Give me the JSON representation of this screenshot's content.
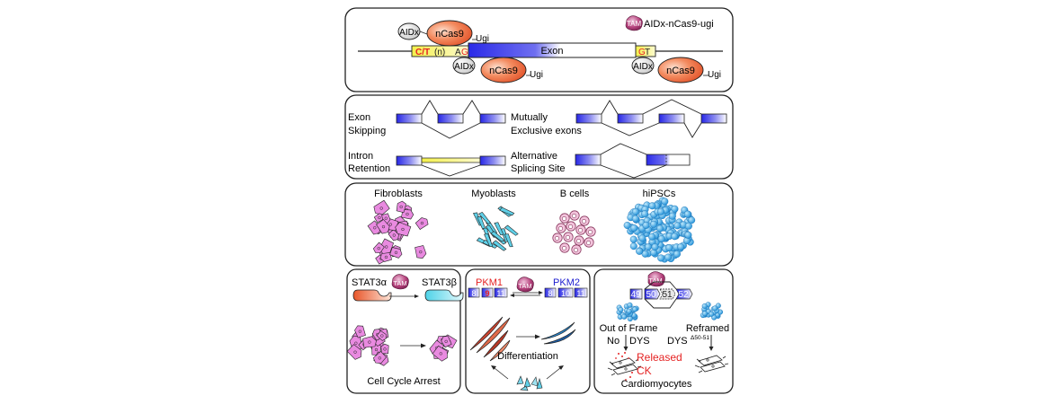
{
  "panel1": {
    "legend_tam": "TAM",
    "legend_text": "AIDx-nCas9-ugi",
    "aidx": "AIDx",
    "ncas9": "nCas9",
    "ugi": "Ugi",
    "splice_acceptor": {
      "ct": "C/T",
      "n": "(n)",
      "a": "A",
      "g": "G"
    },
    "exon_label": "Exon",
    "splice_donor": {
      "g": "G",
      "t": "T"
    }
  },
  "panel2": {
    "exon_skipping": [
      "Exon",
      "Skipping"
    ],
    "mutually_exclusive": [
      "Mutually",
      "Exclusive exons"
    ],
    "intron_retention": [
      "Intron",
      "Retention"
    ],
    "alternative_site": [
      "Alternative",
      "Splicing Site"
    ]
  },
  "panel3": {
    "cell_types": [
      "Fibroblasts",
      "Myoblasts",
      "B cells",
      "hiPSCs"
    ]
  },
  "panel4a": {
    "from": "STAT3α",
    "tam": "TAM",
    "to": "STAT3β",
    "caption": "Cell Cycle Arrest"
  },
  "panel4b": {
    "pkm1": "PKM1",
    "pkm2": "PKM2",
    "tam": "TAM",
    "pkm1_exons": [
      "8",
      "9",
      "11"
    ],
    "pkm2_exons": [
      "8",
      "10",
      "11"
    ],
    "caption": "Differentiation"
  },
  "panel4c": {
    "tam": "TAM",
    "exons": [
      "49",
      "50",
      "51",
      "52"
    ],
    "out_of_frame": "Out of Frame",
    "reframed": "Reframed",
    "no": "No",
    "dys": "DYS",
    "dys_super": "Δ50-51",
    "released": "Released",
    "ck": "CK",
    "caption": "Cardiomyocytes"
  },
  "colors": {
    "exon_blue": "#2a2ae8",
    "acceptor_yellow": "#f2f25a",
    "splice_red": "#e52222",
    "ncas9_orange": "#f26a3c",
    "tam_magenta": "#a0306e",
    "fibroblast_pink": "#e98ae0",
    "myoblast_cyan": "#5fd0e8",
    "bcell_pink": "#d77aa8",
    "hipsc_blue": "#2a9ee0",
    "pkm1_red": "#e52222",
    "pkm2_blue": "#2020d0"
  }
}
